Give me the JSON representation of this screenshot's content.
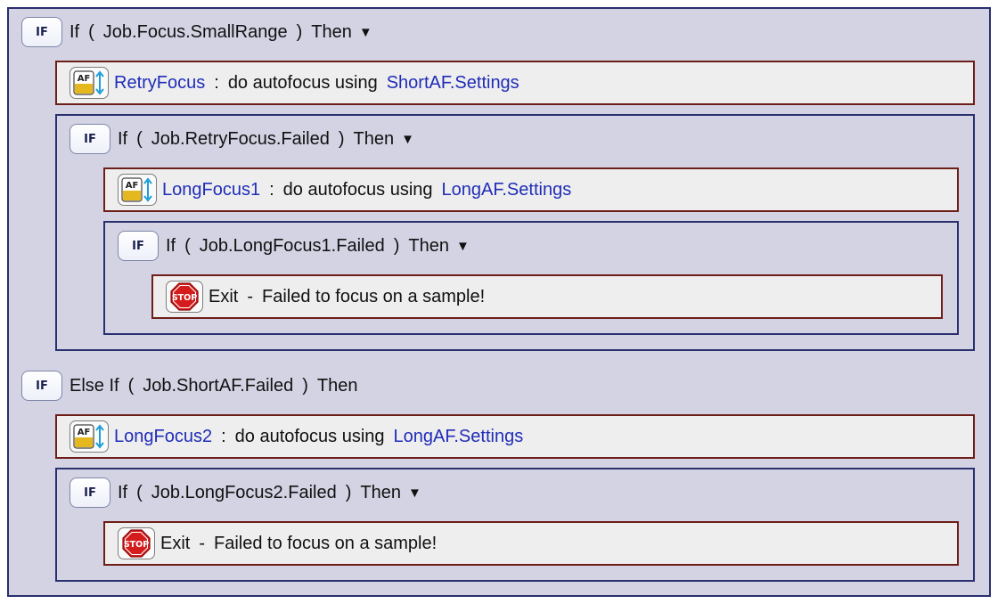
{
  "rows": {
    "if1": {
      "button": "IF",
      "keyword": "If",
      "open": "(",
      "condition": "Job.Focus.SmallRange",
      "close": ")",
      "then": "Then",
      "arrow": "▼"
    },
    "af1": {
      "name": "RetryFocus",
      "colon": ":",
      "text": "do autofocus using",
      "settings": "ShortAF.Settings"
    },
    "if2": {
      "button": "IF",
      "keyword": "If",
      "open": "(",
      "condition": "Job.RetryFocus.Failed",
      "close": ")",
      "then": "Then",
      "arrow": "▼"
    },
    "af2": {
      "name": "LongFocus1",
      "colon": ":",
      "text": "do autofocus using",
      "settings": "LongAF.Settings"
    },
    "if3": {
      "button": "IF",
      "keyword": "If",
      "open": "(",
      "condition": "Job.LongFocus1.Failed",
      "close": ")",
      "then": "Then",
      "arrow": "▼"
    },
    "exit1": {
      "keyword": "Exit",
      "dash": "-",
      "message": "Failed to focus on a sample!"
    },
    "elseif": {
      "button": "IF",
      "keyword": "Else If",
      "open": "(",
      "condition": "Job.ShortAF.Failed",
      "close": ")",
      "then": "Then"
    },
    "af3": {
      "name": "LongFocus2",
      "colon": ":",
      "text": "do autofocus using",
      "settings": "LongAF.Settings"
    },
    "if4": {
      "button": "IF",
      "keyword": "If",
      "open": "(",
      "condition": "Job.LongFocus2.Failed",
      "close": ")",
      "then": "Then",
      "arrow": "▼"
    },
    "exit2": {
      "keyword": "Exit",
      "dash": "-",
      "message": "Failed to focus on a sample!"
    }
  },
  "icons": {
    "autofocus": "AF",
    "stop": "STOP"
  },
  "colors": {
    "block_border": "#2a2f6e",
    "action_border": "#6e1e18",
    "link": "#1f2db8",
    "stop_red": "#d41c1c"
  }
}
